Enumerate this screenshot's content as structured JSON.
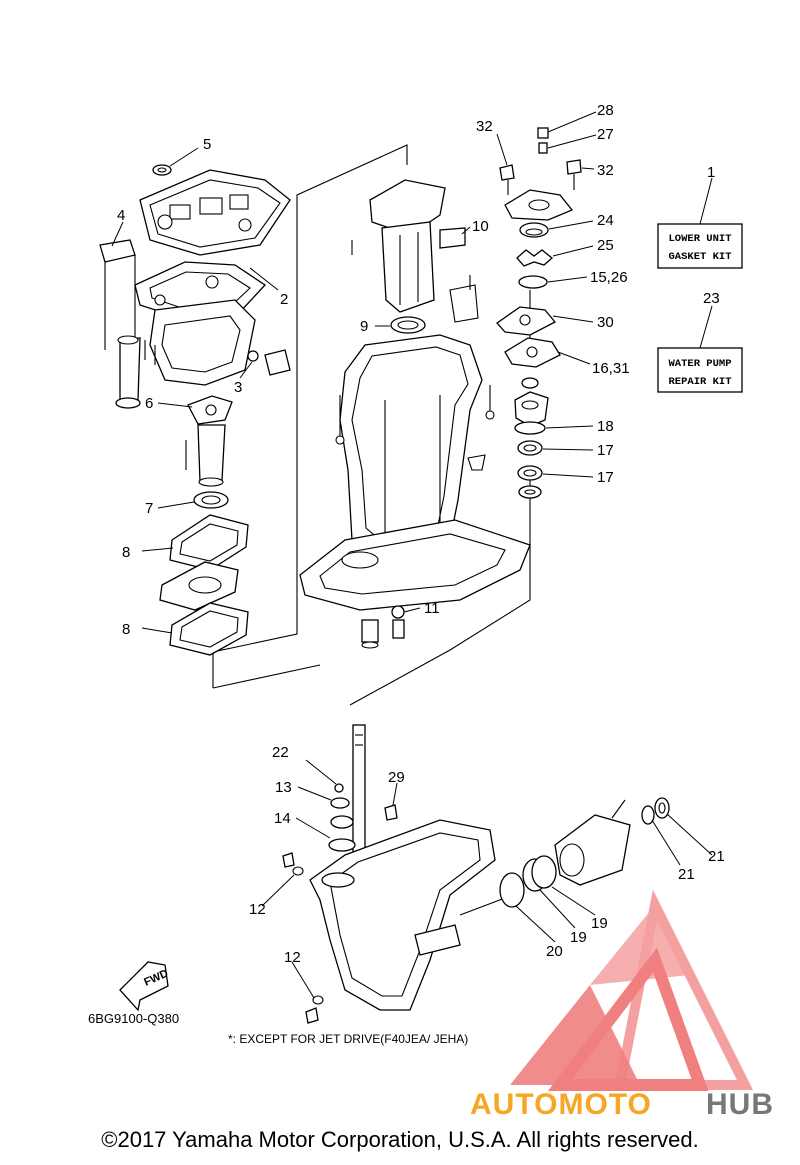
{
  "callouts": [
    {
      "id": "c5",
      "text": "5"
    },
    {
      "id": "c4",
      "text": "4"
    },
    {
      "id": "c2",
      "text": "2"
    },
    {
      "id": "c3",
      "text": "3"
    },
    {
      "id": "c6",
      "text": "6"
    },
    {
      "id": "c7",
      "text": "7"
    },
    {
      "id": "c8a",
      "text": "8"
    },
    {
      "id": "c8b",
      "text": "8"
    },
    {
      "id": "c10",
      "text": "10"
    },
    {
      "id": "c9",
      "text": "9"
    },
    {
      "id": "c11",
      "text": "11"
    },
    {
      "id": "c28",
      "text": "28"
    },
    {
      "id": "c27",
      "text": "27"
    },
    {
      "id": "c32a",
      "text": "32"
    },
    {
      "id": "c32b",
      "text": "32"
    },
    {
      "id": "c24",
      "text": "24"
    },
    {
      "id": "c25",
      "text": "25"
    },
    {
      "id": "c1526",
      "text": "15,26"
    },
    {
      "id": "c30",
      "text": "30"
    },
    {
      "id": "c1631",
      "text": "16,31"
    },
    {
      "id": "c18",
      "text": "18"
    },
    {
      "id": "c17a",
      "text": "17"
    },
    {
      "id": "c17b",
      "text": "17"
    },
    {
      "id": "c1",
      "text": "1"
    },
    {
      "id": "c23",
      "text": "23"
    },
    {
      "id": "c22",
      "text": "22"
    },
    {
      "id": "c13",
      "text": "13"
    },
    {
      "id": "c29",
      "text": "29"
    },
    {
      "id": "c14",
      "text": "14"
    },
    {
      "id": "c12a",
      "text": "12"
    },
    {
      "id": "c12b",
      "text": "12"
    },
    {
      "id": "c20",
      "text": "20"
    },
    {
      "id": "c19a",
      "text": "19"
    },
    {
      "id": "c19b",
      "text": "19"
    },
    {
      "id": "c21a",
      "text": "21"
    },
    {
      "id": "c21b",
      "text": "21"
    }
  ],
  "kits": {
    "lower_unit_line1": "LOWER UNIT",
    "lower_unit_line2": "GASKET KIT",
    "water_pump_line1": "WATER PUMP",
    "water_pump_line2": "REPAIR KIT"
  },
  "fwd_label": "FWD",
  "diagram_code": "6BG9100-Q380",
  "note": "*: EXCEPT FOR JET DRIVE(F40JEA/ JEHA)",
  "watermark": {
    "part1": "AUTOMOTO",
    "part2": "HUB",
    "color1": "#f5a623",
    "color2": "#f08080",
    "color3": "#777777"
  },
  "copyright": "©2017 Yamaha Motor Corporation, U.S.A. All rights reserved."
}
